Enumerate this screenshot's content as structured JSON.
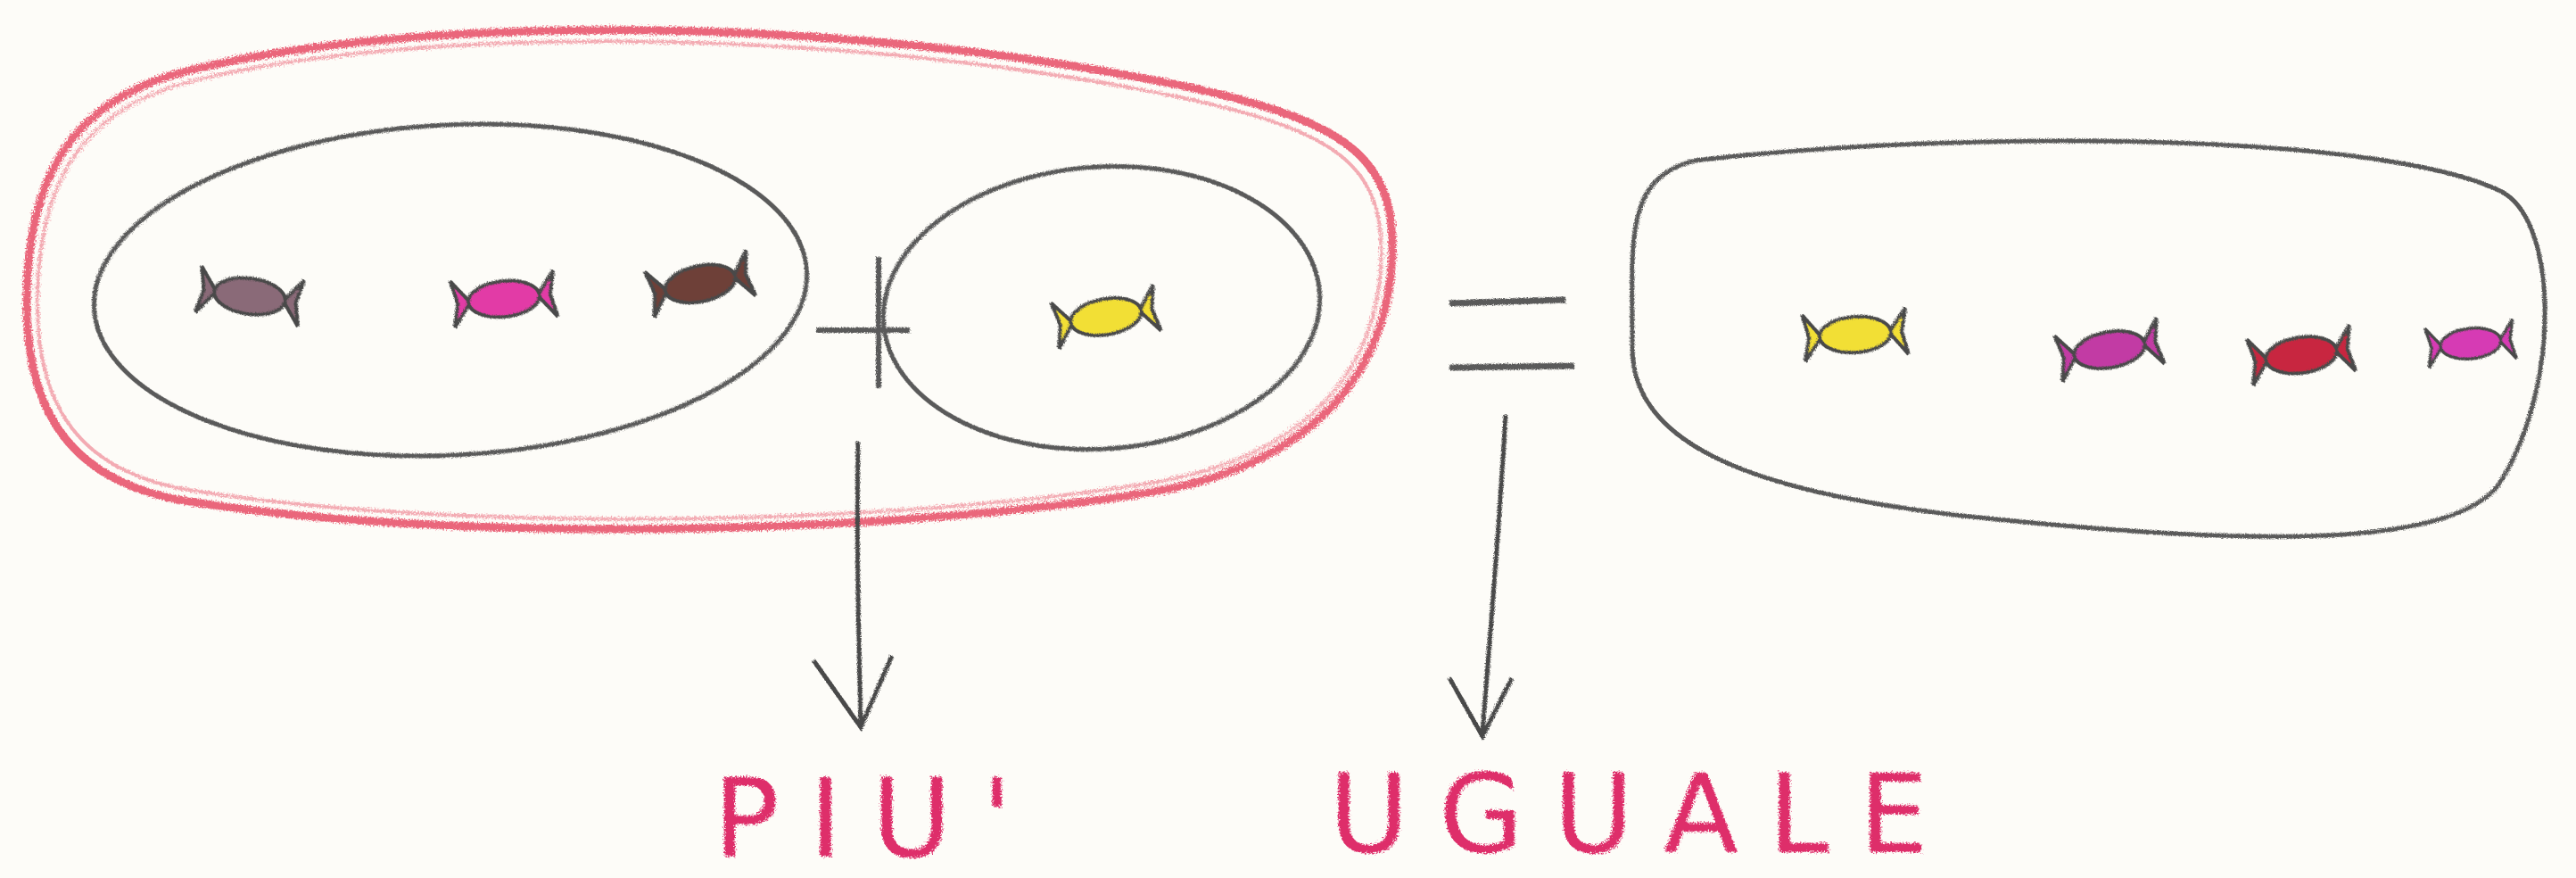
{
  "operators": {
    "plus_symbol": "+",
    "equals_symbol": "="
  },
  "labels": {
    "plus_word": "PIU'",
    "equals_word": "UGUALE"
  },
  "sets": {
    "first": {
      "candy_colors": [
        "#8a6a78",
        "#e23aa6",
        "#6e4038"
      ],
      "count": 3
    },
    "second": {
      "candy_colors": [
        "#f2df35"
      ],
      "count": 1
    },
    "result": {
      "candy_colors": [
        "#f2df35",
        "#c23aa4",
        "#c8283f",
        "#d63ab4"
      ],
      "count": 4
    }
  },
  "colors": {
    "ink": "#5a5a5a",
    "red_outline": "#e8576e",
    "label": "#de2d6b",
    "background": "#fdfcf8"
  }
}
